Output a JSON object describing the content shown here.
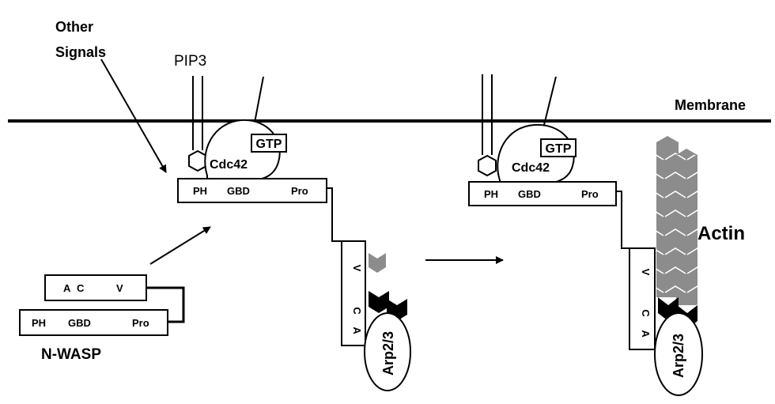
{
  "labels": {
    "other_signals_line1": "Other",
    "other_signals_line2": "Signals",
    "pip3": "PIP3",
    "membrane": "Membrane",
    "actin": "Actin",
    "nwasp": "N-WASP"
  },
  "inactive": {
    "top_bar": {
      "a": "A",
      "c": "C",
      "v": "V"
    },
    "bottom_bar": {
      "ph": "PH",
      "gbd": "GBD",
      "pro": "Pro"
    }
  },
  "active_left": {
    "cdc42": "Cdc42",
    "gtp": "GTP",
    "bar": {
      "ph": "PH",
      "gbd": "GBD",
      "pro": "Pro"
    },
    "vca": {
      "v": "V",
      "c": "C",
      "a": "A"
    },
    "arp": "Arp2/3"
  },
  "active_right": {
    "cdc42": "Cdc42",
    "gtp": "GTP",
    "bar": {
      "ph": "PH",
      "gbd": "GBD",
      "pro": "Pro"
    },
    "vca": {
      "v": "V",
      "c": "C",
      "a": "A"
    },
    "arp": "Arp2/3"
  },
  "colors": {
    "ink": "#000000",
    "actin_gray": "#8c8c8c",
    "background": "#ffffff"
  }
}
